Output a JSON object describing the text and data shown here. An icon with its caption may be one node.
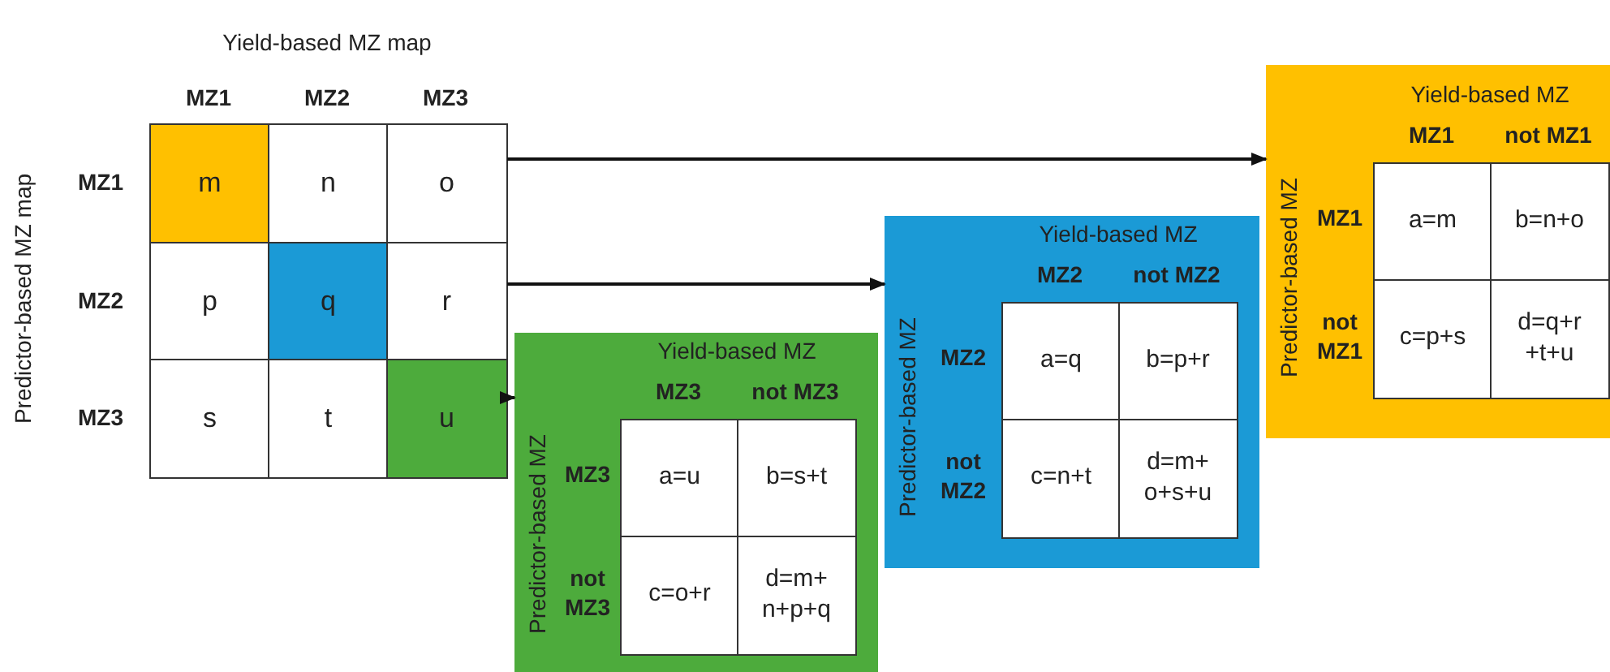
{
  "diagram": {
    "nodes": [
      {
        "text": [
          "m"
        ]
      },
      {
        "text": [
          "n"
        ]
      },
      {
        "text": [
          "o"
        ]
      },
      {
        "text": [
          "p"
        ]
      },
      {
        "text": [
          "q"
        ]
      },
      {
        "text": [
          "r"
        ]
      },
      {
        "text": [
          "s"
        ]
      },
      {
        "text": [
          "t"
        ]
      },
      {
        "text": [
          "u"
        ]
      },
      {
        "text": [
          "Yield-based MZ",
          "MZ1",
          "not MZ1",
          "Predictor-based MZ",
          "MZ1",
          "not MZ1"
        ]
      },
      {
        "text": [
          "a=m"
        ],
        "in": 9
      },
      {
        "text": [
          "b=n+o"
        ],
        "in": 9
      },
      {
        "text": [
          "c=p+s"
        ],
        "in": 9
      },
      {
        "text": [
          "d=q+r +t+u"
        ],
        "in": 9
      },
      {
        "text": [
          "Yield-based MZ",
          "MZ2",
          "not MZ2",
          "Predictor-based MZ",
          "MZ2",
          "not MZ2"
        ]
      },
      {
        "text": [
          "a=q"
        ],
        "in": 14
      },
      {
        "text": [
          "b=p+r"
        ],
        "in": 14
      },
      {
        "text": [
          "c=n+t"
        ],
        "in": 14
      },
      {
        "text": [
          "d=m+ o+s+u"
        ],
        "in": 14
      },
      {
        "text": [
          "Yield-based MZ",
          "MZ3",
          "not MZ3",
          "Predictor-based MZ",
          "MZ3",
          "not MZ3"
        ]
      },
      {
        "text": [
          "a=u"
        ],
        "in": 19
      },
      {
        "text": [
          "b=s+t"
        ],
        "in": 19
      },
      {
        "text": [
          "c=o+r"
        ],
        "in": 19
      },
      {
        "text": [
          "d=m+ n+p+q"
        ],
        "in": 19
      }
    ],
    "edges": [
      {
        "from": 2,
        "to": 9,
        "arrow": "to"
      },
      {
        "from": 5,
        "to": 14,
        "arrow": "to"
      },
      {
        "from": 8,
        "to": 19,
        "arrow": "to"
      }
    ],
    "labels": [
      "Yield-based MZ map",
      "MZ1",
      "MZ2",
      "MZ3",
      "Predictor-based MZ map",
      "MZ1",
      "MZ2",
      "MZ3"
    ]
  }
}
